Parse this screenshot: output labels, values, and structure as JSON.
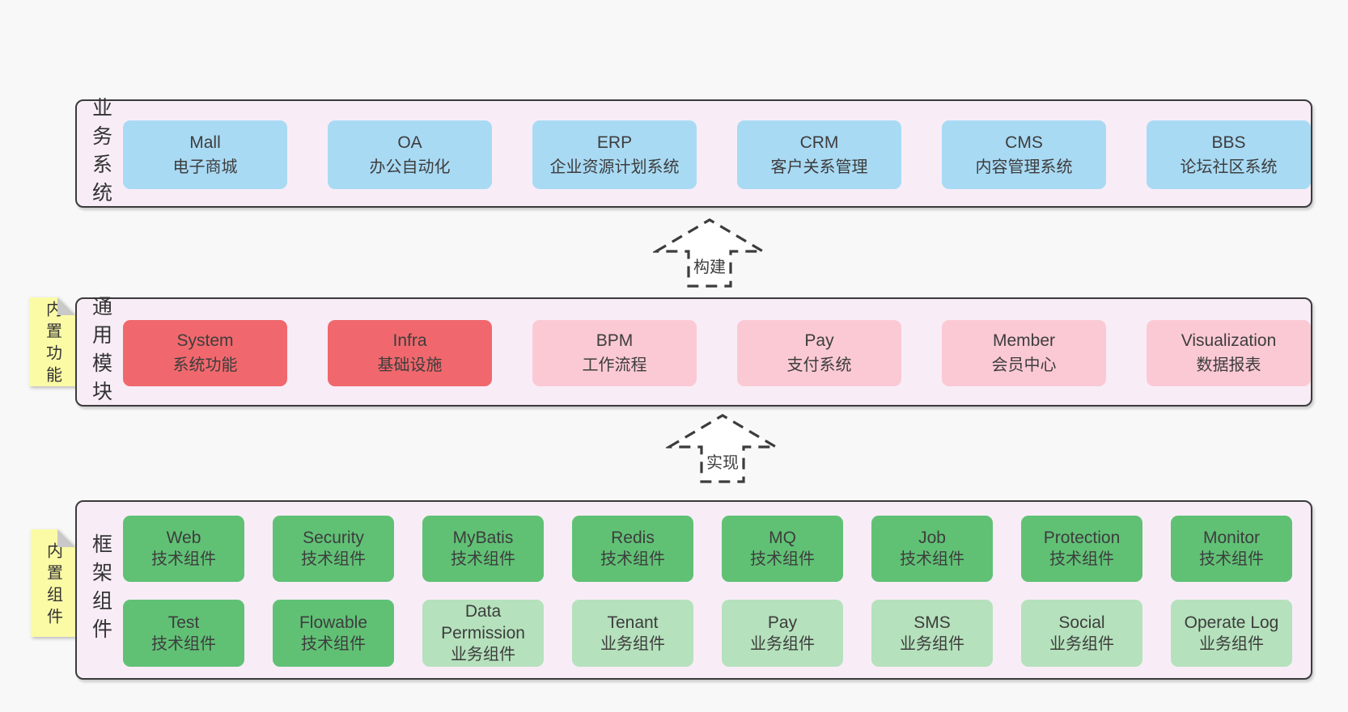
{
  "colors": {
    "page_bg": "#f8f8f8",
    "band_bg": "#f8edf7",
    "band_border": "#3b3b3b",
    "blue_box": "#a9daf4",
    "red_box": "#f0686d",
    "pink_box": "#fbc9d4",
    "green_dark_box": "#60c175",
    "green_light_box": "#b5e1bc",
    "sticky_note": "#fbfba6",
    "sticky_fold": "#c9c9c9",
    "text": "#3d3d3d"
  },
  "arrows": {
    "build": "构建",
    "implement": "实现"
  },
  "band1": {
    "label": "业务系统",
    "boxes": [
      {
        "title": "Mall",
        "subtitle": "电子商城"
      },
      {
        "title": "OA",
        "subtitle": "办公自动化"
      },
      {
        "title": "ERP",
        "subtitle": "企业资源计划系统"
      },
      {
        "title": "CRM",
        "subtitle": "客户关系管理"
      },
      {
        "title": "CMS",
        "subtitle": "内容管理系统"
      },
      {
        "title": "BBS",
        "subtitle": "论坛社区系统"
      }
    ]
  },
  "band2": {
    "label": "通用模块",
    "sticky": "内置功能",
    "boxes": [
      {
        "title": "System",
        "subtitle": "系统功能"
      },
      {
        "title": "Infra",
        "subtitle": "基础设施"
      },
      {
        "title": "BPM",
        "subtitle": "工作流程"
      },
      {
        "title": "Pay",
        "subtitle": "支付系统"
      },
      {
        "title": "Member",
        "subtitle": "会员中心"
      },
      {
        "title": "Visualization",
        "subtitle": "数据报表"
      }
    ]
  },
  "band3": {
    "label": "框架组件",
    "sticky": "内置组件",
    "row1": [
      {
        "title": "Web",
        "subtitle": "技术组件"
      },
      {
        "title": "Security",
        "subtitle": "技术组件"
      },
      {
        "title": "MyBatis",
        "subtitle": "技术组件"
      },
      {
        "title": "Redis",
        "subtitle": "技术组件"
      },
      {
        "title": "MQ",
        "subtitle": "技术组件"
      },
      {
        "title": "Job",
        "subtitle": "技术组件"
      },
      {
        "title": "Protection",
        "subtitle": "技术组件"
      },
      {
        "title": "Monitor",
        "subtitle": "技术组件"
      }
    ],
    "row2": [
      {
        "title": "Test",
        "subtitle": "技术组件"
      },
      {
        "title": "Flowable",
        "subtitle": "技术组件"
      },
      {
        "title": "Data Permission",
        "subtitle": "业务组件"
      },
      {
        "title": "Tenant",
        "subtitle": "业务组件"
      },
      {
        "title": "Pay",
        "subtitle": "业务组件"
      },
      {
        "title": "SMS",
        "subtitle": "业务组件"
      },
      {
        "title": "Social",
        "subtitle": "业务组件"
      },
      {
        "title": "Operate Log",
        "subtitle": "业务组件"
      }
    ]
  }
}
